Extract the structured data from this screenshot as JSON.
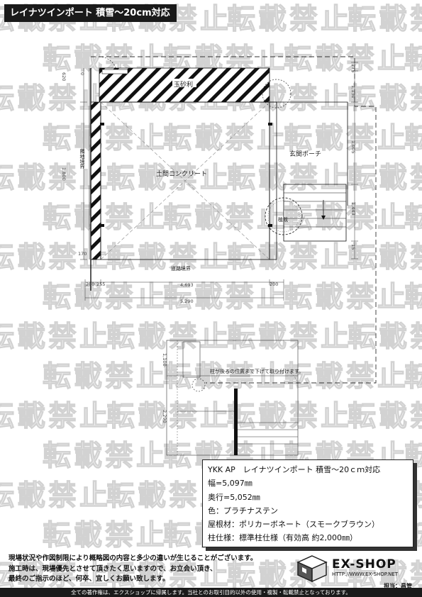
{
  "header": {
    "title": "レイナツインポート 積雪～20cm対応"
  },
  "watermark": {
    "text": "転載禁止"
  },
  "plan": {
    "labels": {
      "gravel": "玉砂利",
      "earth_concrete": "土間コンクリート",
      "entrance_porch": "玄関ポーチ",
      "neighbor_boundary": "隣地境界",
      "road_boundary": "道路境界",
      "planting": "植栽",
      "pillar_note": "柱が後ろの位置まで下げて取り付けます。"
    },
    "dimensions": {
      "top_620": "620",
      "left_zero": "0",
      "left_1800": "1,800",
      "left_170": "170",
      "bottom_200_a": "200",
      "bottom_255": "255",
      "bottom_4693": "4,693",
      "bottom_200_b": "200",
      "bottom_5290": "5,290",
      "right_175": "175",
      "right_1130": "1,130",
      "right_1443": "1,443",
      "right_small": "15",
      "right_1005": "1,005",
      "lower_1100": "1,100",
      "lower_2290": "2,290"
    }
  },
  "spec": {
    "lines": [
      "YKK AP　レイナツインポート 積雪～20ｃｍ対応",
      "幅=5,097㎜",
      "奥行=5,052㎜",
      "色：プラチナステン",
      "屋根材：ポリカーボネート（スモークブラウン）",
      "柱仕様：標準柱仕様（有効高 約2,000㎜）"
    ]
  },
  "notes": {
    "lines": [
      "現場状況や作図制限により概略図の内容と多少の違いが生じることがございます。",
      "施工時は、現場優先とさせて頂きたく思いますので、お立会い頂き、",
      "最終のご指示のほど、何卒、宜しくお願い致します。"
    ]
  },
  "logo": {
    "name": "EX-SHOP",
    "url": "HTTP://WWW.EX-SHOP.NET"
  },
  "person": {
    "label": "担当：昌管"
  },
  "footer": {
    "text": "全ての著作権は、エクスショップに帰属します。当社とのお取引目的以外の使用・複製・転載禁止となっております。"
  }
}
